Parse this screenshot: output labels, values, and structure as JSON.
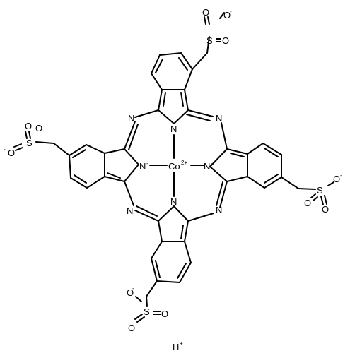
{
  "molecule": {
    "metal_label": "Co",
    "metal_charge": "2+",
    "counter_ion_label": "H",
    "counter_ion_charge": "+",
    "atoms": {
      "nitrogen": "N",
      "nitrogen_anion_charge": "-",
      "sulfur": "S",
      "oxygen": "O",
      "oxide_charge": "-"
    }
  }
}
